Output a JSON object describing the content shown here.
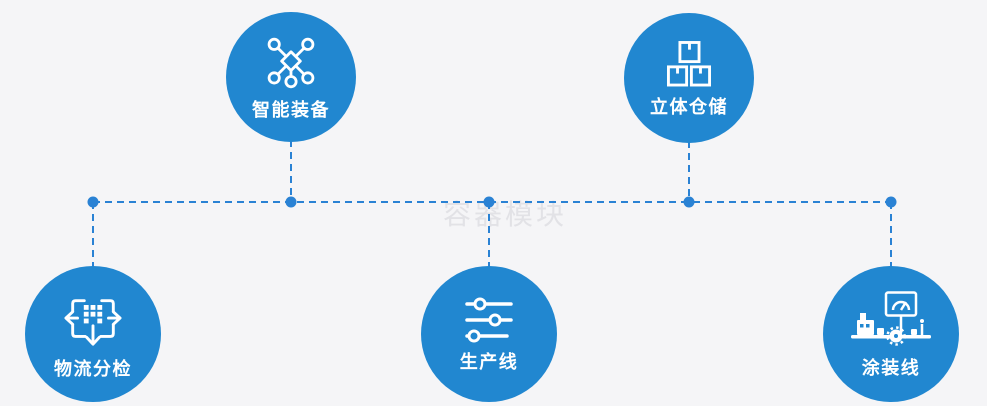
{
  "watermark": {
    "text": "容器模块"
  },
  "colors": {
    "node_fill": "#2187d0",
    "connector": "#2a82d4",
    "background": "#f5f5f7",
    "label_text": "#ffffff",
    "watermark_text": "#e2e2e6"
  },
  "nodes": [
    {
      "label": "智能装备",
      "icon": "network-nodes-icon",
      "position": "top-left"
    },
    {
      "label": "立体仓储",
      "icon": "stacked-boxes-icon",
      "position": "top-right"
    },
    {
      "label": "物流分检",
      "icon": "sorting-crossroads-icon",
      "position": "bottom-left"
    },
    {
      "label": "生产线",
      "icon": "sliders-icon",
      "position": "bottom-middle"
    },
    {
      "label": "涂装线",
      "icon": "painting-machine-icon",
      "position": "bottom-right"
    }
  ]
}
